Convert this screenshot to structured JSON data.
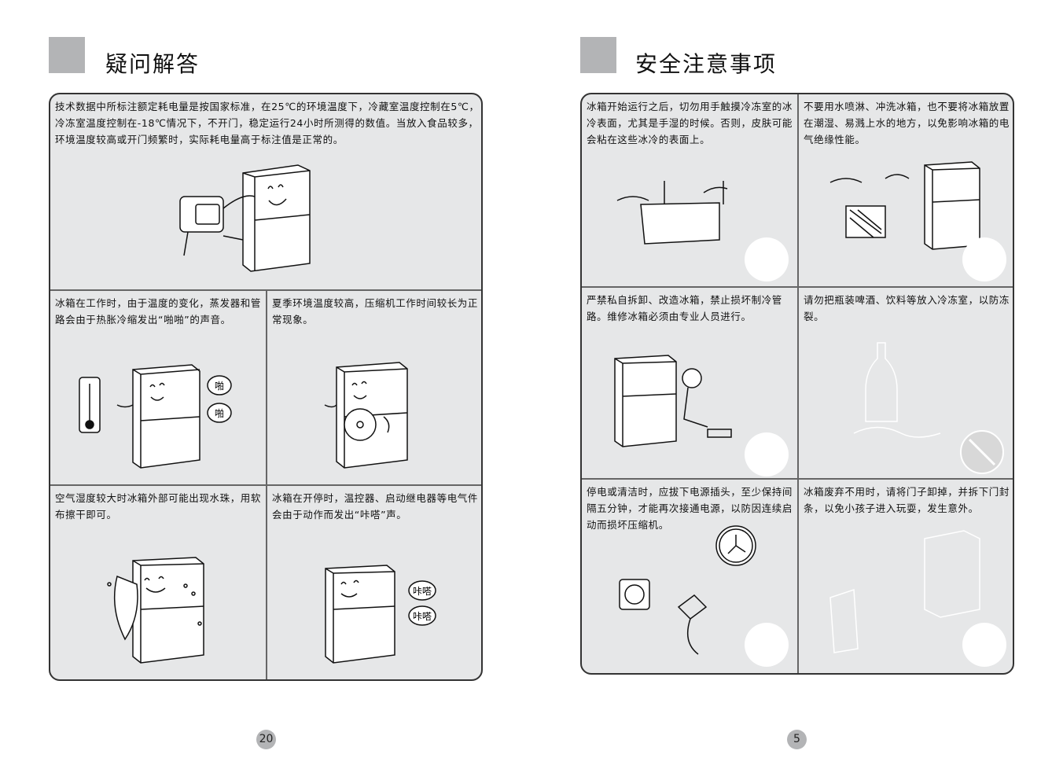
{
  "left_page": {
    "title": "疑问解答",
    "page_number": "20",
    "items": [
      {
        "text": "技术数据中所标注额定耗电量是按国家标准，在25℃的环境温度下，冷藏室温度控制在5℃，冷冻室温度控制在-18℃情况下，不开门，稳定运行24小时所测得的数值。当放入食品较多，环境温度较高或开门频繁时，实际耗电量高于标注值是正常的。"
      },
      {
        "text": "冰箱在工作时，由于温度的变化，蒸发器和管路会由于热胀冷缩发出“啪啪”的声音。",
        "bubbles": [
          "啪",
          "啪"
        ]
      },
      {
        "text": "夏季环境温度较高，压缩机工作时间较长为正常现象。"
      },
      {
        "text": "空气湿度较大时冰箱外部可能出现水珠，用软布擦干即可。"
      },
      {
        "text": "冰箱在开停时，温控器、启动继电器等电气件会由于动作而发出“咔嗒”声。",
        "bubbles": [
          "咔嗒",
          "咔嗒"
        ]
      }
    ]
  },
  "right_page": {
    "title": "安全注意事项",
    "page_number": "5",
    "items": [
      {
        "text": "冰箱开始运行之后，切勿用手触摸冷冻室的冰冷表面，尤其是手湿的时候。否则，皮肤可能会粘在这些冰冷的表面上。"
      },
      {
        "text": "不要用水喷淋、冲洗冰箱，也不要将冰箱放置在潮湿、易溅上水的地方，以免影响冰箱的电气绝缘性能。"
      },
      {
        "text": "严禁私自拆卸、改造冰箱，禁止损坏制冷管路。维修冰箱必须由专业人员进行。"
      },
      {
        "text": "请勿把瓶装啤酒、饮料等放入冷冻室，以防冻裂。"
      },
      {
        "text": "停电或清洁时，应拔下电源插头，至少保持间隔五分钟，才能再次接通电源，以防因连续启动而损坏压缩机。"
      },
      {
        "text": "冰箱废弃不用时，请将门子卸掉，并拆下门封条，以免小孩子进入玩耍，发生意外。"
      }
    ]
  }
}
